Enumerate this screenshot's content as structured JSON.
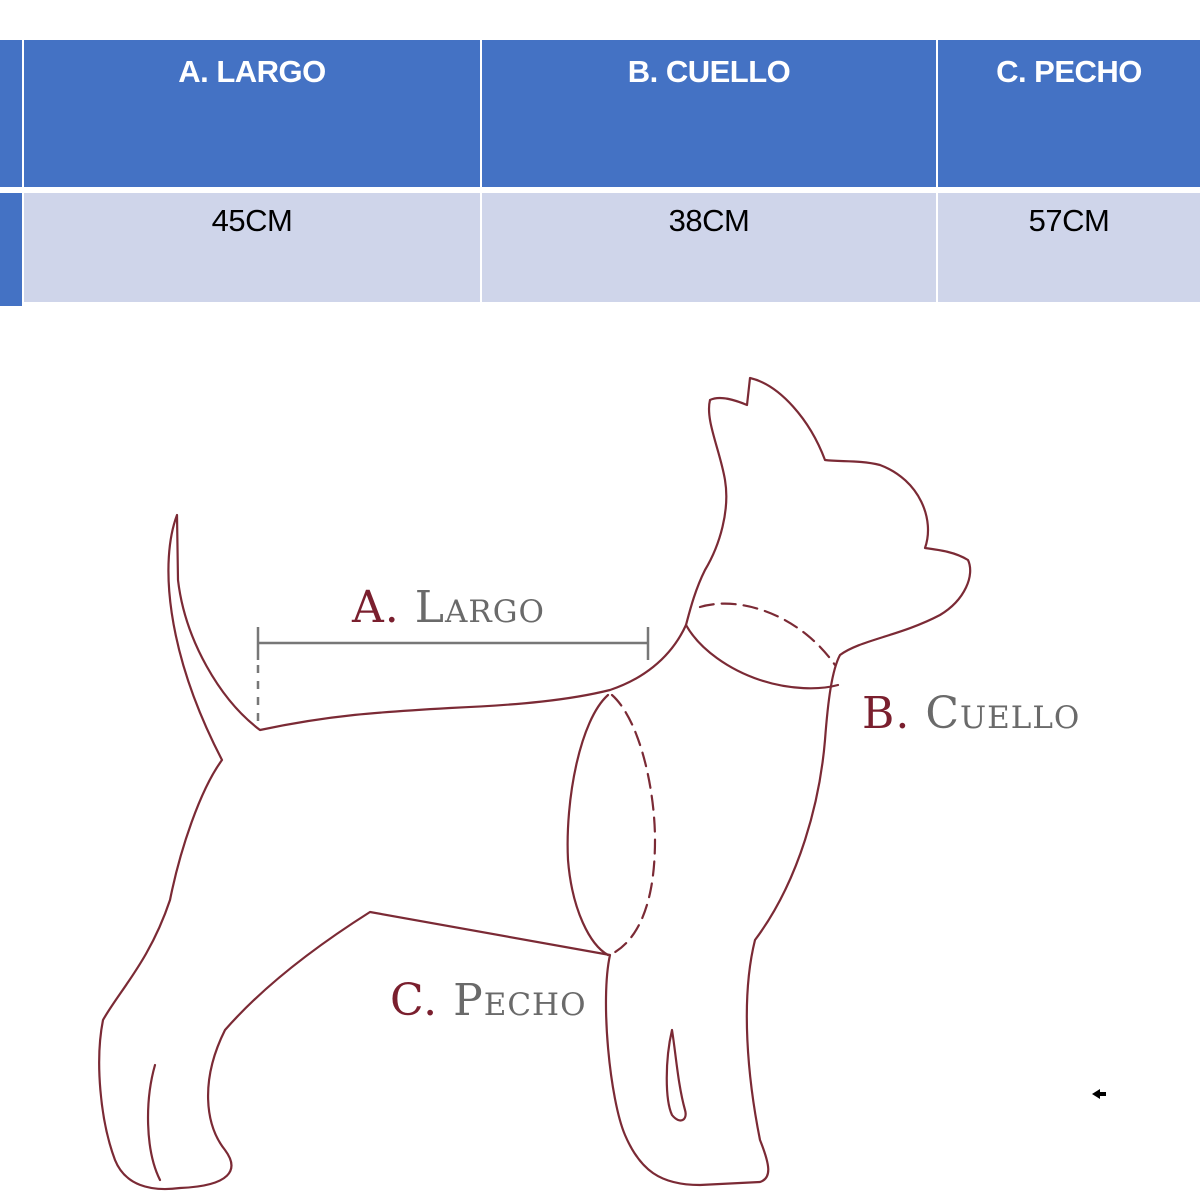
{
  "table": {
    "headers": [
      "A. LARGO",
      "B. CUELLO",
      "C. PECHO"
    ],
    "values": [
      "45CM",
      "38CM",
      "57CM"
    ]
  },
  "diagram": {
    "labels": [
      {
        "letter": "A.",
        "word": "Largo"
      },
      {
        "letter": "B.",
        "word": "Cuello"
      },
      {
        "letter": "C.",
        "word": "Pecho"
      }
    ]
  },
  "colors": {
    "header": "#4472c4",
    "row": "#cfd5ea",
    "outline": "#7b2a35",
    "letter": "#7a1f2e",
    "word": "#6a6a6a"
  }
}
